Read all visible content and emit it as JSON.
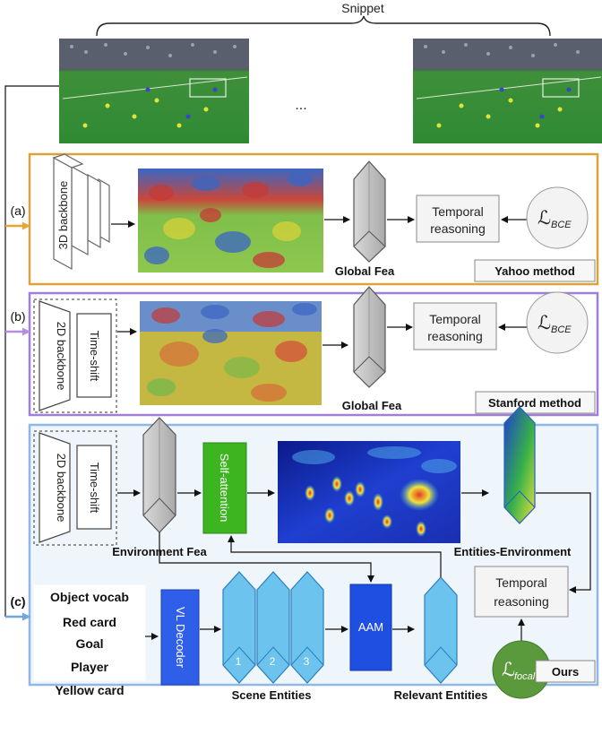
{
  "snippet": {
    "label": "Snippet",
    "ellipsis": "..."
  },
  "colors": {
    "yahoo_border": "#d9a43a",
    "stanford_border": "#a07fd6",
    "ours_border": "#8fb8e6",
    "ours_bg": "#eef5fb",
    "selfatt_green": "#3cb521",
    "vl_blue": "#2f5fe8",
    "aam_blue": "#1f4fe0",
    "entity_blue": "#6cc3ee",
    "focal_green": "#5b9a3c",
    "arrow_a": "#e8a53a",
    "arrow_b": "#b58de6",
    "arrow_c": "#6ea6e8"
  },
  "yahoo": {
    "tag": "(a)",
    "backbone": "3D backbone",
    "global_fea": "Global Fea",
    "temporal": [
      "Temporal",
      "reasoning"
    ],
    "loss_main": "ℒ",
    "loss_sub": "BCE",
    "method": "Yahoo method"
  },
  "stanford": {
    "tag": "(b)",
    "backbone": "2D backbone",
    "time_shift": "Time-shift",
    "global_fea": "Global Fea",
    "temporal": [
      "Temporal",
      "reasoning"
    ],
    "loss_main": "ℒ",
    "loss_sub": "BCE",
    "method": "Stanford method"
  },
  "ours": {
    "tag": "(c)",
    "backbone": "2D backbone",
    "time_shift": "Time-shift",
    "environment_fea": "Environment Fea",
    "self_attention": "Self-attention",
    "entities_environment": "Entities-Environment",
    "temporal": [
      "Temporal",
      "reasoning"
    ],
    "vocab_title": "Object vocab",
    "vocab_items": [
      "Red card",
      "Goal",
      "Player",
      "Yellow card"
    ],
    "vl_decoder": "VL Decoder",
    "entity_numbers": [
      "1",
      "2",
      "3"
    ],
    "scene_entities": "Scene Entities",
    "aam": "AAM",
    "relevant_entities": "Relevant Entities",
    "loss_main": "ℒ",
    "loss_sub": "focal",
    "method": "Ours"
  }
}
